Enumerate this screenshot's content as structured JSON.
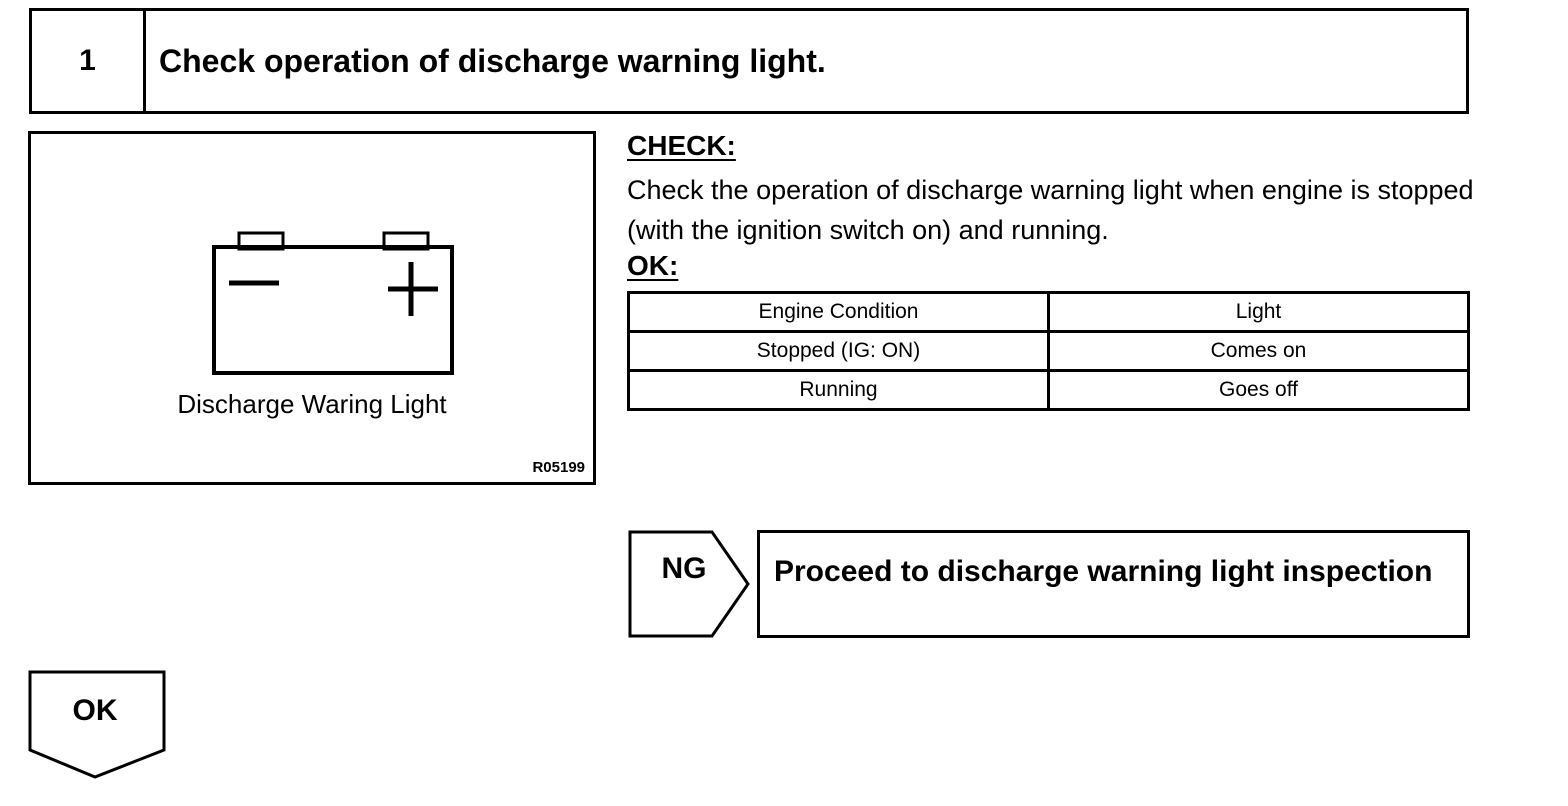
{
  "step": {
    "number": "1",
    "title": "Check operation of discharge warning light."
  },
  "illustration": {
    "icon": "battery-icon",
    "caption": "Discharge Waring Light",
    "code": "R05199"
  },
  "check": {
    "heading": "CHECK:",
    "text": "Check the operation of discharge warning light when engine is stopped (with the ignition switch on) and running."
  },
  "ok_section": {
    "heading": "OK:",
    "table": {
      "headers": [
        "Engine Condition",
        "Light"
      ],
      "rows": [
        [
          "Stopped (IG: ON)",
          "Comes on"
        ],
        [
          "Running",
          "Goes off"
        ]
      ]
    }
  },
  "ng": {
    "label": "NG",
    "action": "Proceed to discharge warning light inspection"
  },
  "ok_flow": {
    "label": "OK"
  }
}
